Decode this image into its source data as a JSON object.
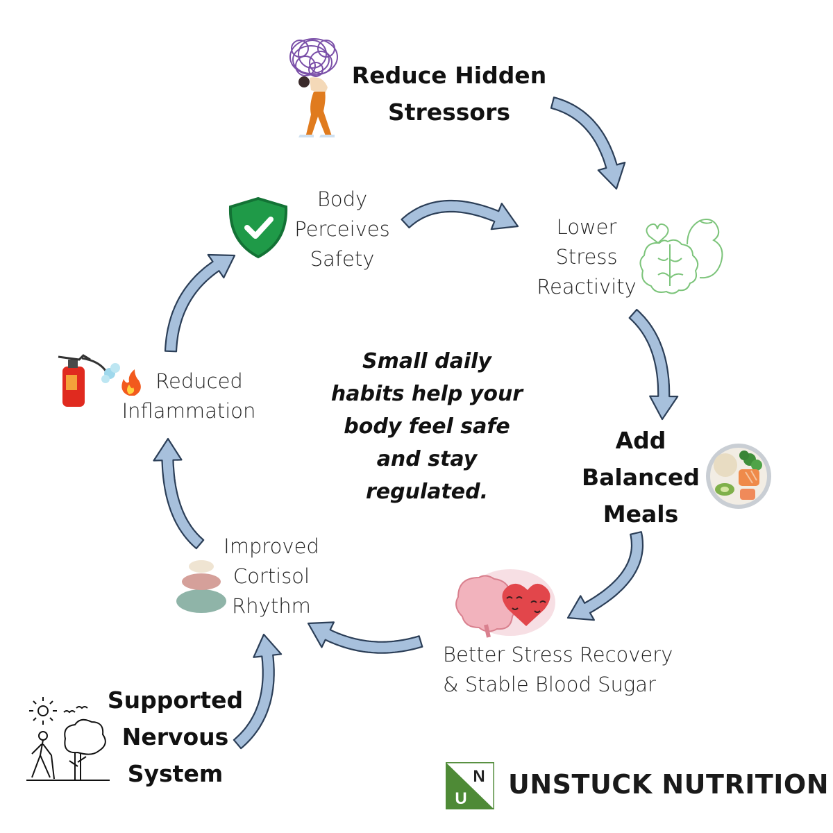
{
  "nodes": {
    "reduce_stressors": [
      "Reduce Hidden",
      "Stressors"
    ],
    "lower_stress": [
      "Lower",
      "Stress",
      "Reactivity"
    ],
    "balanced_meals": [
      "Add",
      "Balanced",
      "Meals"
    ],
    "better_recovery": [
      "Better Stress Recovery",
      "& Stable Blood Sugar"
    ],
    "cortisol": [
      "Improved",
      "Cortisol",
      "Rhythm"
    ],
    "nervous_system": [
      "Supported",
      "Nervous",
      "System"
    ],
    "inflammation": [
      "Reduced",
      "Inflammation"
    ],
    "body_safety": [
      "Body",
      "Perceives",
      "Safety"
    ]
  },
  "center_message": [
    "Small daily",
    "habits help your",
    "body feel safe",
    "and stay",
    "regulated."
  ],
  "brand": {
    "name": "UNSTUCK NUTRITION",
    "logo_letters": [
      "N",
      "U"
    ]
  },
  "colors": {
    "arrow_fill": "#a7c0dc",
    "arrow_stroke": "#2b3e57",
    "brand_green": "#4e8a36",
    "shield_green": "#1f9a48",
    "brain_green": "#7cc47a"
  },
  "icons": [
    "stressed-person-icon",
    "flexed-brain-icon",
    "meal-bowl-icon",
    "brain-heart-hug-icon",
    "stacked-stones-icon",
    "nature-walk-icon",
    "fire-extinguisher-icon",
    "shield-check-icon"
  ]
}
